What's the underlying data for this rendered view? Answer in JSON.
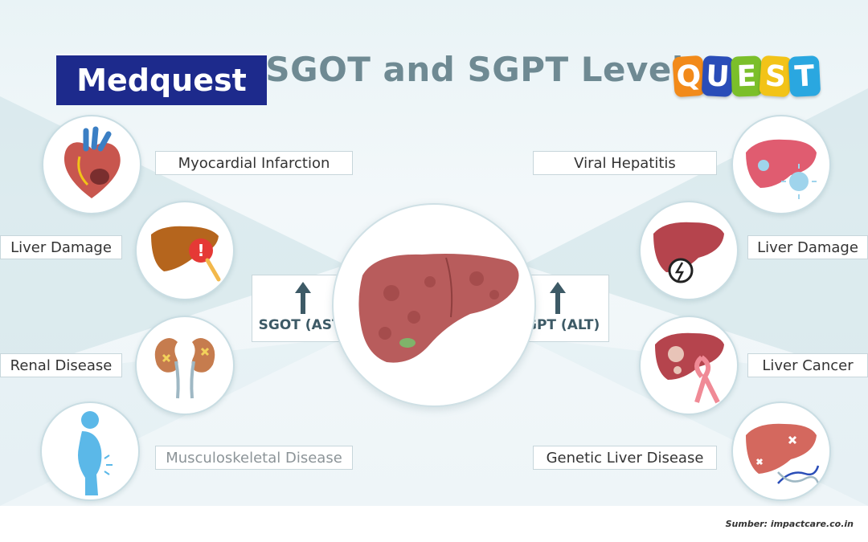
{
  "title": "High SGOT and SGPT Levels",
  "brand": {
    "label": "Medquest"
  },
  "logo": {
    "letters": [
      "Q",
      "U",
      "E",
      "S",
      "T"
    ],
    "colors": [
      "#f28a1a",
      "#2a4db8",
      "#7bbf2a",
      "#f2c318",
      "#2aa7e0"
    ]
  },
  "center": {
    "left_enzyme": "SGOT (AST)",
    "right_enzyme": "SGPT (ALT)",
    "arrow_icon": "arrow-up-icon"
  },
  "left_causes": [
    {
      "label": "Myocardial Infarction",
      "icon": "heart-icon"
    },
    {
      "label": "Liver Damage",
      "icon": "liver-alert-icon"
    },
    {
      "label": "Renal Disease",
      "icon": "kidneys-icon"
    },
    {
      "label": "Musculoskeletal Disease",
      "icon": "back-pain-icon"
    }
  ],
  "right_causes": [
    {
      "label": "Viral Hepatitis",
      "icon": "liver-virus-icon"
    },
    {
      "label": "Liver Damage",
      "icon": "liver-damage-icon"
    },
    {
      "label": "Liver Cancer",
      "icon": "liver-cancer-ribbon-icon"
    },
    {
      "label": "Genetic Liver Disease",
      "icon": "liver-dna-icon"
    }
  ],
  "source": "Sumber: impactcare.co.in",
  "colors": {
    "brand_bg": "#1d2a8c",
    "title": "#6f8a93",
    "liver": "#b85c5c",
    "arrow": "#3d5a66"
  }
}
